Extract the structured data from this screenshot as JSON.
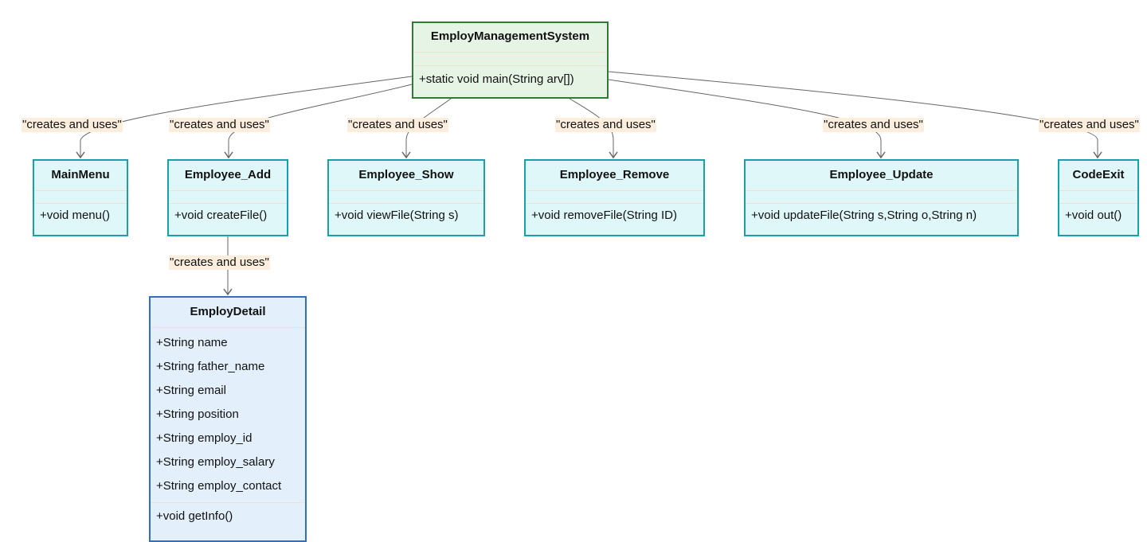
{
  "classes": {
    "system": {
      "name": "EmployManagementSystem",
      "attributes": [],
      "methods": [
        "+static void main(String arv[])"
      ]
    },
    "mainmenu": {
      "name": "MainMenu",
      "attributes": [],
      "methods": [
        "+void menu()"
      ]
    },
    "add": {
      "name": "Employee_Add",
      "attributes": [],
      "methods": [
        "+void createFile()"
      ]
    },
    "show": {
      "name": "Employee_Show",
      "attributes": [],
      "methods": [
        "+void viewFile(String s)"
      ]
    },
    "remove": {
      "name": "Employee_Remove",
      "attributes": [],
      "methods": [
        "+void removeFile(String ID)"
      ]
    },
    "update": {
      "name": "Employee_Update",
      "attributes": [],
      "methods": [
        "+void updateFile(String s,String o,String n)"
      ]
    },
    "exit": {
      "name": "CodeExit",
      "attributes": [],
      "methods": [
        "+void out()"
      ]
    },
    "detail": {
      "name": "EmployDetail",
      "attributes": [
        "+String name",
        "+String father_name",
        "+String email",
        "+String position",
        "+String employ_id",
        "+String employ_salary",
        "+String employ_contact"
      ],
      "methods": [
        "+void getInfo()"
      ]
    }
  },
  "relations": [
    {
      "from": "system",
      "to": "mainmenu",
      "label": "\"creates and uses\""
    },
    {
      "from": "system",
      "to": "add",
      "label": "\"creates and uses\""
    },
    {
      "from": "system",
      "to": "show",
      "label": "\"creates and uses\""
    },
    {
      "from": "system",
      "to": "remove",
      "label": "\"creates and uses\""
    },
    {
      "from": "system",
      "to": "update",
      "label": "\"creates and uses\""
    },
    {
      "from": "system",
      "to": "exit",
      "label": "\"creates and uses\""
    },
    {
      "from": "add",
      "to": "detail",
      "label": "\"creates and uses\""
    }
  ],
  "colors": {
    "edge": "#666666",
    "label_background": "#fbeedd",
    "system_border": "#2e7d32",
    "system_fill": "#e6f4e6",
    "class_border": "#1aa0a8",
    "class_fill": "#dff7f8",
    "detail_border": "#2f6fc6",
    "detail_fill": "#e3f0fb"
  }
}
